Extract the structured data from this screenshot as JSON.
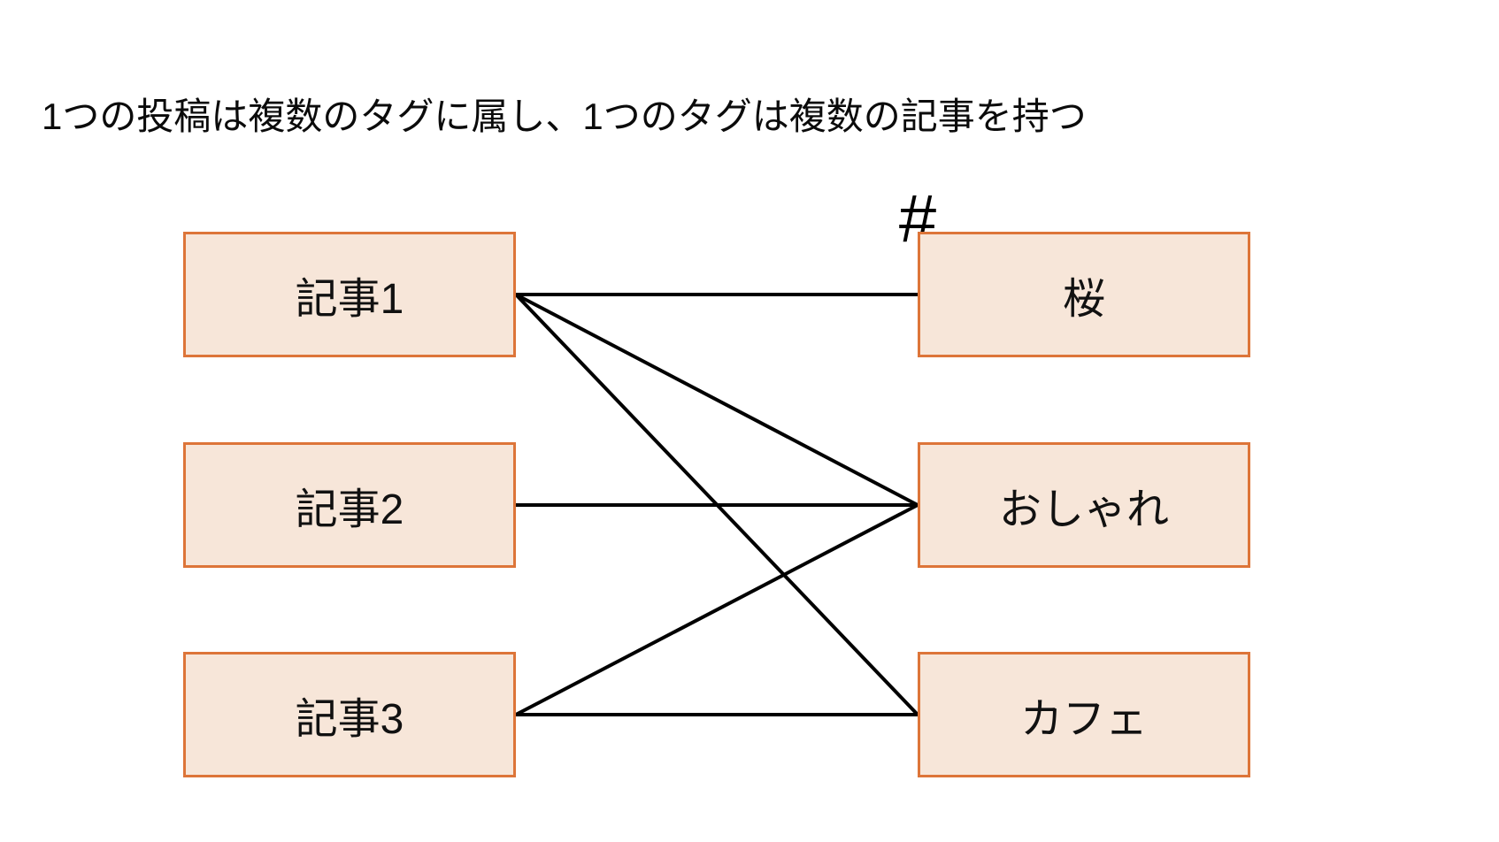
{
  "title": "1つの投稿は複数のタグに属し、1つのタグは複数の記事を持つ",
  "hash_symbol": "#",
  "articles": [
    {
      "label": "記事1"
    },
    {
      "label": "記事2"
    },
    {
      "label": "記事3"
    }
  ],
  "tags": [
    {
      "label": "桜"
    },
    {
      "label": "おしゃれ"
    },
    {
      "label": "カフェ"
    }
  ],
  "relationships": [
    {
      "from": "記事1",
      "to": "桜"
    },
    {
      "from": "記事1",
      "to": "おしゃれ"
    },
    {
      "from": "記事1",
      "to": "カフェ"
    },
    {
      "from": "記事2",
      "to": "おしゃれ"
    },
    {
      "from": "記事3",
      "to": "おしゃれ"
    },
    {
      "from": "記事3",
      "to": "カフェ"
    }
  ],
  "colors": {
    "box_fill": "#F7E6D9",
    "box_border": "#DD7539",
    "line": "#000000",
    "text": "#111111",
    "background": "#FFFFFF"
  }
}
